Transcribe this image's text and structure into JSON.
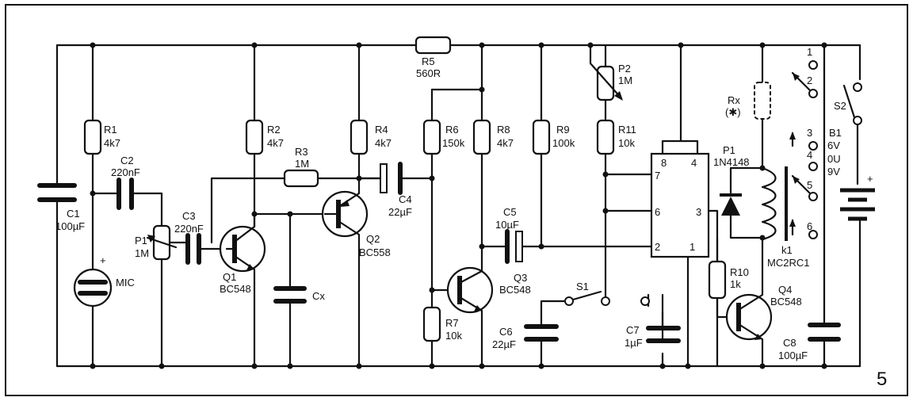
{
  "components": {
    "c1": {
      "ref": "C1",
      "value": "100µF"
    },
    "r1": {
      "ref": "R1",
      "value": "4k7"
    },
    "c2": {
      "ref": "C2",
      "value": "220nF"
    },
    "mic": {
      "ref": "MIC",
      "polarity": "+"
    },
    "p1": {
      "ref": "P1",
      "value": "1M"
    },
    "c3": {
      "ref": "C3",
      "value": "220nF"
    },
    "q1": {
      "ref": "Q1",
      "value": "BC548"
    },
    "r2": {
      "ref": "R2",
      "value": "4k7"
    },
    "r3": {
      "ref": "R3",
      "value": "1M"
    },
    "cx": {
      "ref": "Cx"
    },
    "r4": {
      "ref": "R4",
      "value": "4k7"
    },
    "q2": {
      "ref": "Q2",
      "value": "BC558"
    },
    "c4": {
      "ref": "C4",
      "value": "22µF"
    },
    "r5": {
      "ref": "R5",
      "value": "560R"
    },
    "r6": {
      "ref": "R6",
      "value": "150k"
    },
    "r7": {
      "ref": "R7",
      "value": "10k"
    },
    "r8": {
      "ref": "R8",
      "value": "4k7"
    },
    "q3": {
      "ref": "Q3",
      "value": "BC548"
    },
    "c5": {
      "ref": "C5",
      "value": "10µF"
    },
    "c6": {
      "ref": "C6",
      "value": "22µF"
    },
    "r9": {
      "ref": "R9",
      "value": "100k"
    },
    "p2": {
      "ref": "P2",
      "value": "1M"
    },
    "r11": {
      "ref": "R11",
      "value": "10k"
    },
    "s1": {
      "ref": "S1"
    },
    "c7": {
      "ref": "C7",
      "value": "1µF"
    },
    "ic": {
      "pins": [
        "8",
        "4",
        "7",
        "6",
        "3",
        "2",
        "1"
      ]
    },
    "rx": {
      "ref": "Rx",
      "note": "(✱)"
    },
    "d1": {
      "ref": "P1",
      "value": "1N4148"
    },
    "r10": {
      "ref": "R10",
      "value": "1k"
    },
    "q4": {
      "ref": "Q4",
      "value": "BC548"
    },
    "c8": {
      "ref": "C8",
      "value": "100µF"
    },
    "k1": {
      "ref": "k1",
      "value": "MC2RC1",
      "contacts": [
        "1",
        "2",
        "3",
        "4",
        "5",
        "6"
      ]
    },
    "s2": {
      "ref": "S2"
    },
    "b1": {
      "ref": "B1",
      "v1": "6V",
      "or": "0U",
      "v2": "9V",
      "polarity": "+"
    }
  },
  "figure_number": "5"
}
